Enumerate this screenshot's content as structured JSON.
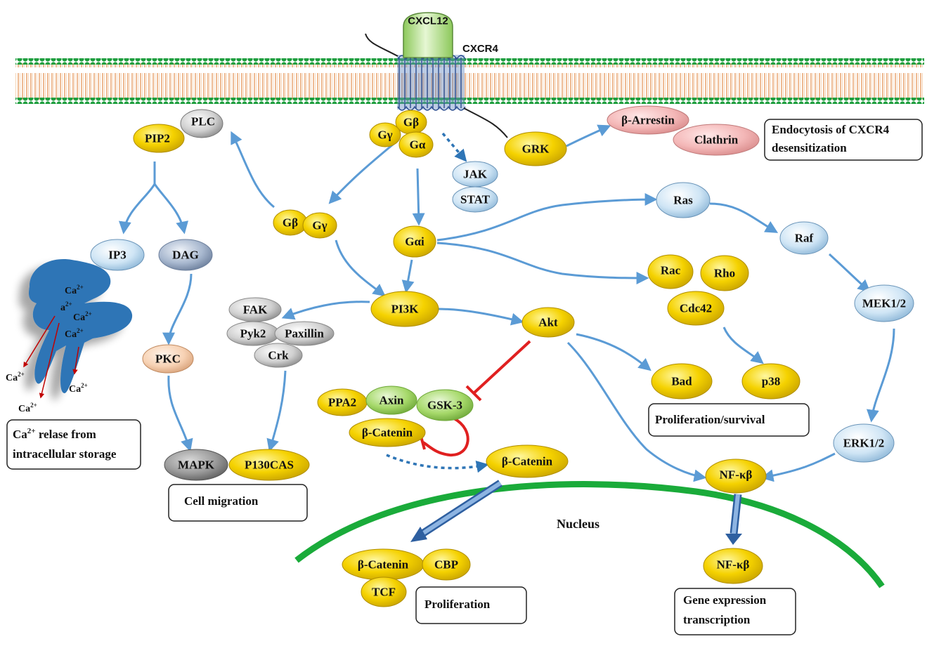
{
  "ligand": "CXCL12",
  "receptor": "CXCR4",
  "colors": {
    "yellow": "#f5d200",
    "blue_node": "#cfe5f5",
    "grey_node": "#b8b8b8",
    "pink_node": "#f4b8b8",
    "green_node": "#a6d96a",
    "membrane_green": "#1e9e3e",
    "membrane_tan": "#f3c9a3",
    "arrow_blue": "#5b9bd5",
    "inhibit_red": "#e02020",
    "nucleus_green": "#1aab3a",
    "er_blue": "#2e75b6"
  },
  "nodes": {
    "plc": "PLC",
    "pip2": "PIP2",
    "gb": "Gβ",
    "gy": "Gγ",
    "ga": "Gα",
    "jak": "JAK",
    "stat": "STAT",
    "grk": "GRK",
    "arrestin": "β-Arrestin",
    "clathrin": "Clathrin",
    "gb2": "Gβ",
    "gy2": "Gγ",
    "gai": "Gαi",
    "ras": "Ras",
    "raf": "Raf",
    "mek": "MEK1/2",
    "erk": "ERK1/2",
    "rac": "Rac",
    "rho": "Rho",
    "cdc42": "Cdc42",
    "ip3": "IP3",
    "dag": "DAG",
    "pkc": "PKC",
    "mapk": "MAPK",
    "p130cas": "P130CAS",
    "fak": "FAK",
    "pyk2": "Pyk2",
    "paxillin": "Paxillin",
    "crk": "Crk",
    "pi3k": "PI3K",
    "akt": "Akt",
    "bad": "Bad",
    "p38": "p38",
    "ppa2": "PPA2",
    "axin": "Axin",
    "gsk3": "GSK-3",
    "bcat1": "β-Catenin",
    "bcat2": "β-Catenin",
    "bcat3": "β-Catenin",
    "cbp": "CBP",
    "tcf": "TCF",
    "nfkb1": "NF-κβ",
    "nfkb2": "NF-κβ"
  },
  "ca": {
    "ion": "Ca",
    "charge": "2+",
    "inner_partial": "a"
  },
  "labels": {
    "nucleus": "Nucleus"
  },
  "boxes": {
    "endocytosis_line1": "Endocytosis of CXCR4",
    "endocytosis_line2": "desensitization",
    "ca_release_line1_suffix": " relase from",
    "ca_release_line2": "intracellular storage",
    "cell_migration": "Cell migration",
    "prolif_survival": "Proliferation/survival",
    "proliferation": "Proliferation",
    "gene_expr_line1": "Gene expression",
    "gene_expr_line2": "transcription"
  }
}
